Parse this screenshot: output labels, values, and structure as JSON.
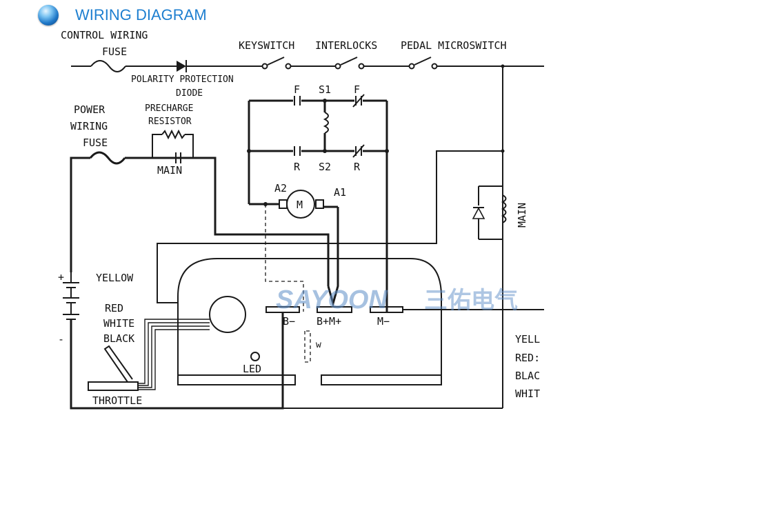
{
  "header": {
    "title": "WIRING DIAGRAM",
    "icon": "blue-sphere-bullet-icon",
    "title_color": "#1e7fd0"
  },
  "labels": {
    "control_wiring": "CONTROL WIRING",
    "control_fuse": "FUSE",
    "keyswitch": "KEYSWITCH",
    "interlocks": "INTERLOCKS",
    "pedal_microswitch": "PEDAL MICROSWITCH",
    "polarity_protection": "POLARITY PROTECTION",
    "diode": "DIODE",
    "power": "POWER",
    "wiring": "WIRING",
    "power_fuse": "FUSE",
    "precharge": "PRECHARGE",
    "resistor": "RESISTOR",
    "main_contact": "MAIN",
    "f_left": "F",
    "s1": "S1",
    "f_right": "F",
    "r_left": "R",
    "s2": "S2",
    "r_right": "R",
    "a2": "A2",
    "a1": "A1",
    "motor": "M",
    "main_coil": "MAIN",
    "yellow": "YELLOW",
    "red": "RED",
    "white": "WHITE",
    "black": "BLACK",
    "throttle": "THROTTLE",
    "led": "LED",
    "w": "w",
    "b_minus": "B−",
    "b_plus_m_plus": "B+M+",
    "m_minus": "M−",
    "battery_plus": "+",
    "battery_minus": "-",
    "watermark_latin": "SAYOON",
    "watermark_cjk": "三佑电气",
    "legend_yellow": "YELL",
    "legend_red": "RED:",
    "legend_black": "BLAC",
    "legend_white": "WHIT"
  }
}
